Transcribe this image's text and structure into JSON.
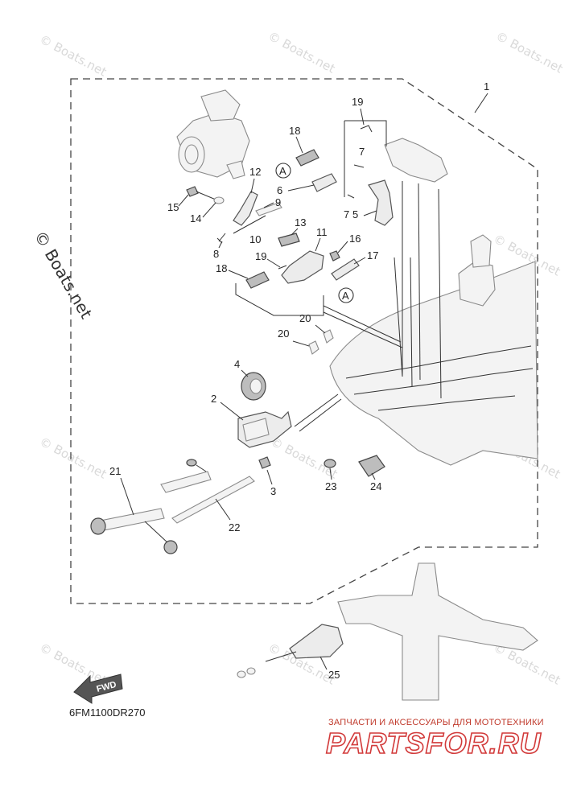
{
  "diagram_code": "6FM1100DR270",
  "watermarks": [
    "© Boats.net"
  ],
  "vertical_watermark": "© Boats.net",
  "callout_letter": "A",
  "fwd_label": "FWD",
  "shop_tagline": "ЗАПЧАСТИ И АКСЕССУАРЫ ДЛЯ МОТОТЕХНИКИ",
  "shop_logo": "PARTSFOR.RU",
  "part_numbers": {
    "p1": "1",
    "p2": "2",
    "p3": "3",
    "p4": "4",
    "p5": "5",
    "p6": "6",
    "p7a": "7",
    "p7b": "7",
    "p8": "8",
    "p9": "9",
    "p10": "10",
    "p11": "11",
    "p12": "12",
    "p13": "13",
    "p14": "14",
    "p15": "15",
    "p16": "16",
    "p17": "17",
    "p18a": "18",
    "p18b": "18",
    "p19a": "19",
    "p19b": "19",
    "p20a": "20",
    "p20b": "20",
    "p21": "21",
    "p22": "22",
    "p23": "23",
    "p24": "24",
    "p25": "25"
  },
  "colors": {
    "line": "#333333",
    "watermark": "#d9d9d9",
    "brand_red": "#d23a3a"
  },
  "icons": [
    "fwd-arrow-icon"
  ]
}
